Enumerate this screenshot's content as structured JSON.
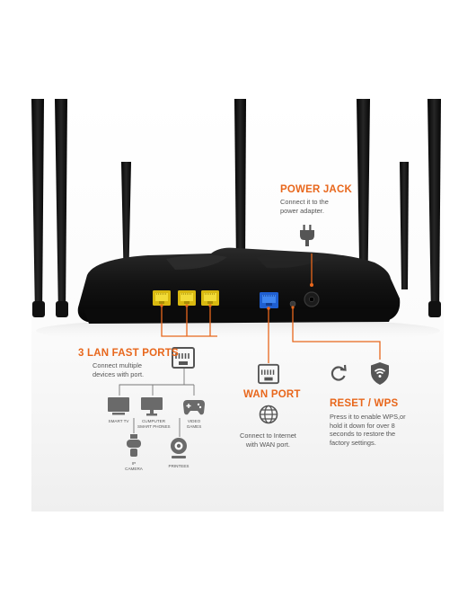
{
  "colors": {
    "accent": "#e8671c",
    "router_body": "#141414",
    "lan_port": "#e8c817",
    "wan_port": "#1f5fd0",
    "icon_gray": "#6a6a6a"
  },
  "power_jack": {
    "title": "POWER JACK",
    "desc_line1": "Connect it to the",
    "desc_line2": "power adapter."
  },
  "lan_ports": {
    "title": "3 LAN FAST PORTS",
    "desc_line1": "Connect multiple",
    "desc_line2": "devices with port."
  },
  "wan_port": {
    "title": "WAN PORT",
    "desc_line1": "Connect to Internet",
    "desc_line2": "with WAN port."
  },
  "reset_wps": {
    "title": "RESET / WPS",
    "desc_line1": "Press it to enable WPS,or",
    "desc_line2": "hold it down for over 8",
    "desc_line3": "seconds to restore the",
    "desc_line4": "factory settings."
  },
  "devices": [
    {
      "label": "SMART TV",
      "icon": "tv-icon"
    },
    {
      "label_line1": "CUMPUTER",
      "label_line2": "SMART PHONES",
      "icon": "monitor-icon"
    },
    {
      "label_line1": "VIDEO",
      "label_line2": "GAMES",
      "icon": "gamepad-icon"
    },
    {
      "label_line1": "IP",
      "label_line2": "CAMERA",
      "icon": "ip-camera-icon"
    },
    {
      "label": "PRINTEES",
      "icon": "webcam-icon"
    }
  ]
}
